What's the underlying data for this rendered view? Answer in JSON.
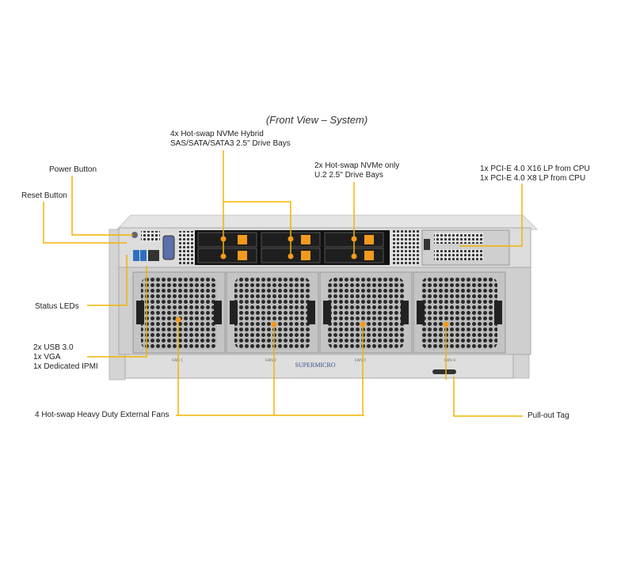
{
  "title": "(Front View – System)",
  "callouts": {
    "drive_bays_hybrid": [
      "4x Hot-swap NVMe Hybrid",
      "SAS/SATA/SATA3 2.5\" Drive Bays"
    ],
    "drive_bays_nvme": [
      "2x Hot-swap NVMe only",
      "U.2 2.5\" Drive Bays"
    ],
    "pcie": [
      "1x PCI-E 4.0 X16 LP from CPU",
      "1x PCI-E 4.0 X8 LP from CPU"
    ],
    "power_button": "Power Button",
    "reset_button": "Reset Button",
    "status_leds": "Status LEDs",
    "io": [
      "2x USB 3.0",
      "1x VGA",
      "1x Dedicated IPMI"
    ],
    "fans": "4 Hot-swap Heavy Duty External Fans",
    "pull_out_tag": "Pull-out Tag"
  },
  "server": {
    "fan_labels": [
      "FAN 1",
      "FAN 2",
      "FAN 3",
      "FAN 4"
    ],
    "brand": "SUPERMICRO"
  },
  "colors": {
    "callout": "#f2b400",
    "marker": "#f39a1e",
    "chassis": "#d9d9d9"
  }
}
